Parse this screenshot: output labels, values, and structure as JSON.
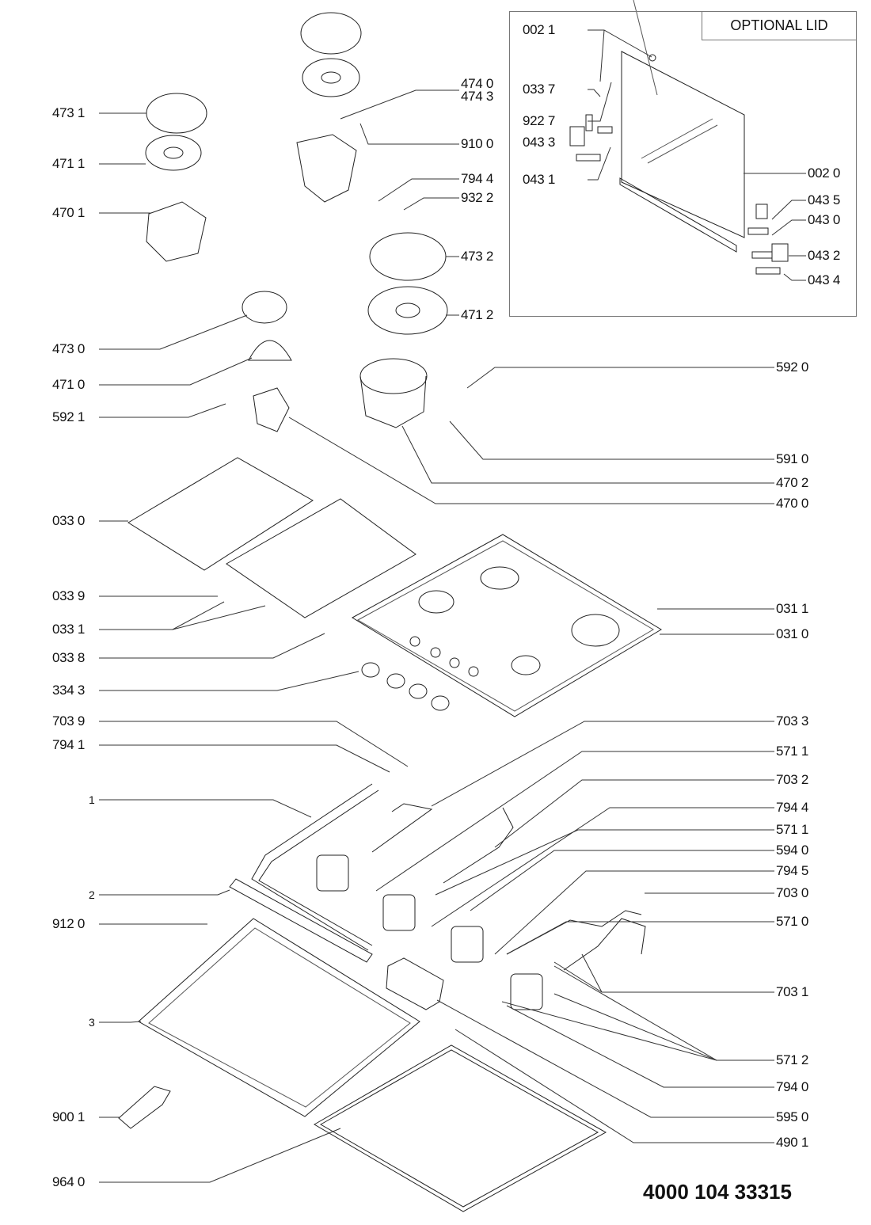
{
  "diagram": {
    "type": "exploded parts diagram",
    "subject": "gas hob (4 burners)",
    "document_number": "4000 104 33315",
    "optional_lid": {
      "title": "OPTIONAL LID",
      "labels": [
        "002 1",
        "033 7",
        "922 7",
        "043 3",
        "043 1",
        "002 0",
        "043 5",
        "043 0",
        "043 2",
        "043 4"
      ]
    },
    "left_labels": [
      "473 1",
      "471 1",
      "470 1",
      "473 0",
      "471 0",
      "592 1",
      "033 0",
      "033 9",
      "033 1",
      "033 8",
      "334 3",
      "703 9",
      "794 1",
      "1",
      "2",
      "912 0",
      "3",
      "900 1",
      "964 0"
    ],
    "right_labels_top": [
      "474 0",
      "474 3",
      "910 0",
      "794 4",
      "932 2",
      "473 2",
      "471 2"
    ],
    "right_labels": [
      "592 0",
      "591 0",
      "470 2",
      "470 0",
      "031 1",
      "031 0",
      "703 3",
      "571 1",
      "703 2",
      "794 4",
      "571 1",
      "594 0",
      "794 5",
      "703 0",
      "571 0",
      "703 1",
      "571 2",
      "794 0",
      "595 0",
      "490 1"
    ]
  }
}
